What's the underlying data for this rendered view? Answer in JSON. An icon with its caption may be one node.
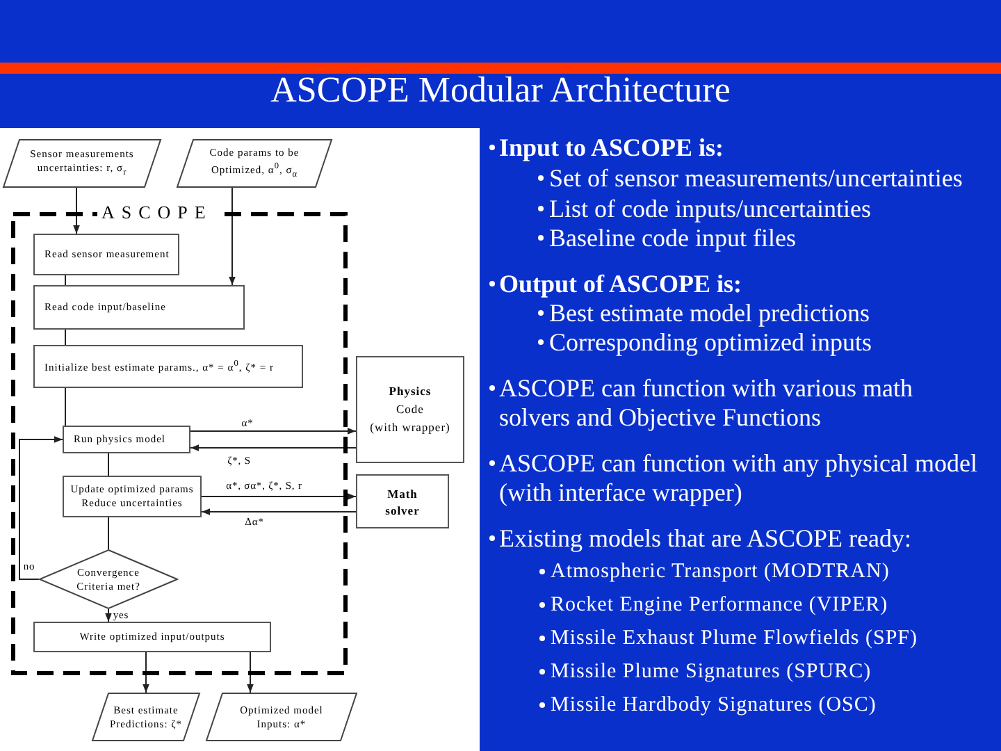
{
  "diagram": {
    "title": "ASCOPE Modular Architecture",
    "nodes": [
      {
        "text": [
          "Sensor measurements uncertainties: r, σ$_{r}$"
        ]
      },
      {
        "text": [
          "Code params to be Optimized, α$^{0}$, σ$_{α}$"
        ]
      },
      {
        "text": [
          "ASCOPE"
        ]
      },
      {
        "text": [
          "Read sensor measurement"
        ],
        "in": 2
      },
      {
        "text": [
          "Read code input/baseline"
        ],
        "in": 2
      },
      {
        "text": [
          "Initialize best estimate params., α* = α$^{0}$, ζ* = r"
        ],
        "in": 2
      },
      {
        "text": [
          "Run physics model"
        ],
        "in": 2
      },
      {
        "text": [
          "**Physics** Code",
          "(with wrapper)"
        ]
      },
      {
        "text": [
          "Update optimized params",
          "Reduce uncertainties"
        ],
        "in": 2
      },
      {
        "text": [
          "Math solver"
        ]
      },
      {
        "text": [
          "Convergence Criteria met?"
        ],
        "in": 2
      },
      {
        "text": [
          "Write optimized input/outputs"
        ],
        "in": 2
      },
      {
        "text": [
          "Best estimate Predictions: ζ*"
        ]
      },
      {
        "text": [
          "Optimized model Inputs: α*"
        ]
      }
    ],
    "edges": [
      {
        "from": 0,
        "to": 3,
        "arrow": "to"
      },
      {
        "from": 1,
        "to": 4,
        "arrow": "to"
      },
      {
        "from": 3,
        "to": 4,
        "arrow": "none"
      },
      {
        "from": 4,
        "to": 5,
        "arrow": "none"
      },
      {
        "from": 5,
        "to": 6,
        "arrow": "none"
      },
      {
        "from": 6,
        "to": 7,
        "arrow": "to",
        "label": "α*"
      },
      {
        "from": 7,
        "to": 6,
        "arrow": "to",
        "label": "ζ*, S"
      },
      {
        "from": 6,
        "to": 8,
        "arrow": "none"
      },
      {
        "from": 8,
        "to": 9,
        "arrow": "to",
        "label": "α*, σα*, ζ*, S, r"
      },
      {
        "from": 9,
        "to": 8,
        "arrow": "to",
        "label": "Δα*"
      },
      {
        "from": 8,
        "to": 10,
        "arrow": "none"
      },
      {
        "from": 10,
        "to": 6,
        "arrow": "to",
        "label": "no"
      },
      {
        "from": 10,
        "to": 11,
        "arrow": "to",
        "label": "yes"
      },
      {
        "from": 11,
        "to": 12,
        "arrow": "to"
      },
      {
        "from": 11,
        "to": 13,
        "arrow": "to"
      }
    ],
    "labels": [
      "Input to ASCOPE is:",
      "Set of sensor measurements/uncertainties",
      "List of code inputs/uncertainties",
      "Baseline code input files",
      "Output of ASCOPE is:",
      "Best estimate model predictions",
      "Corresponding optimized inputs",
      "ASCOPE can function with various math solvers and Objective Functions",
      "ASCOPE can function with any physical model (with interface wrapper)",
      "Existing models that are ASCOPE ready:",
      "Atmospheric Transport (MODTRAN)",
      "Rocket Engine Performance (VIPER)",
      "Missile Exhaust Plume Flowfields (SPF)",
      "Missile Plume Signatures (SPURC)",
      "Missile Hardbody Signatures (OSC)"
    ]
  }
}
